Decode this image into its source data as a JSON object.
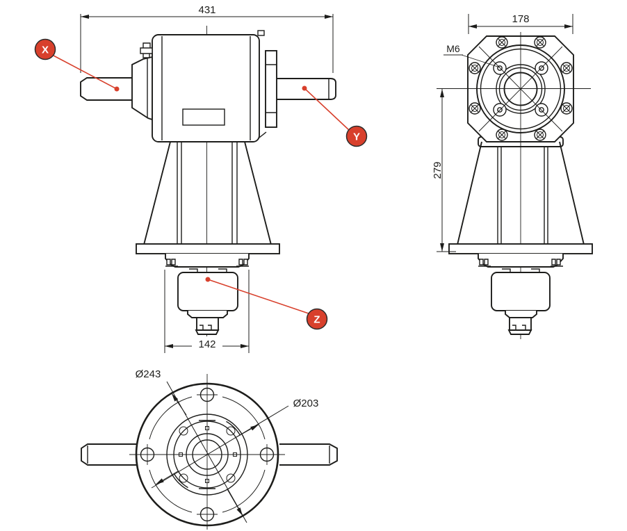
{
  "front_view": {
    "dim_overall_width": "431",
    "dim_hub_width": "142",
    "callout_x": "X",
    "callout_y": "Y",
    "callout_z": "Z"
  },
  "side_view": {
    "dim_face_width": "178",
    "dim_overall_height": "279",
    "thread_label": "M6"
  },
  "bottom_view": {
    "dim_flange_diameter": "Ø243",
    "dim_bolt_circle_diameter": "Ø203"
  },
  "colors": {
    "line_color": "#1d1d1b",
    "accent_red": "#d8402c",
    "callout_text": "#ffffff",
    "background": "#ffffff"
  }
}
